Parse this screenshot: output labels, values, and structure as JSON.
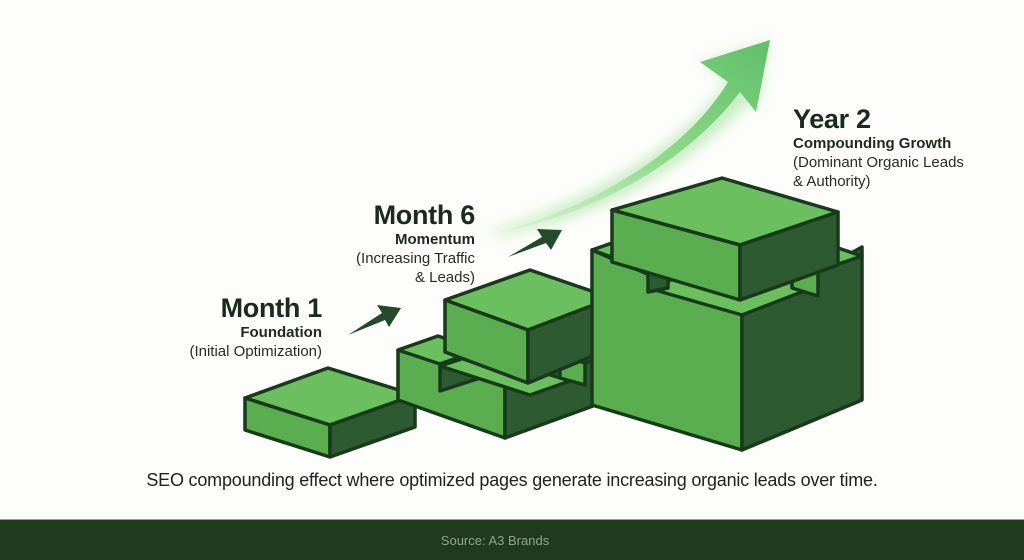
{
  "diagram": {
    "stages": [
      {
        "stage": "Month 1",
        "title": "Foundation",
        "desc_lines": [
          "(Initial Optimization)"
        ]
      },
      {
        "stage": "Month 6",
        "title": "Momentum",
        "desc_lines": [
          "(Increasing Traffic",
          "& Leads)"
        ]
      },
      {
        "stage": "Year 2",
        "title": "Compounding Growth",
        "desc_lines": [
          "(Dominant Organic Leads",
          "& Authority)"
        ]
      }
    ],
    "icons": [
      "small-arrow-icon",
      "small-arrow-icon",
      "growth-arrow-icon"
    ],
    "colors": {
      "block_top": "#6cbf5e",
      "block_front": "#5aae50",
      "block_side": "#2e5a32",
      "outline": "#173a1a",
      "glow_arrow": "#7fd07a",
      "footer_bg": "#1f3a1d",
      "footer_text": "#8fa78a"
    }
  },
  "caption": "SEO compounding effect where optimized pages generate increasing organic leads over time.",
  "footer": {
    "source": "Source: A3 Brands"
  }
}
